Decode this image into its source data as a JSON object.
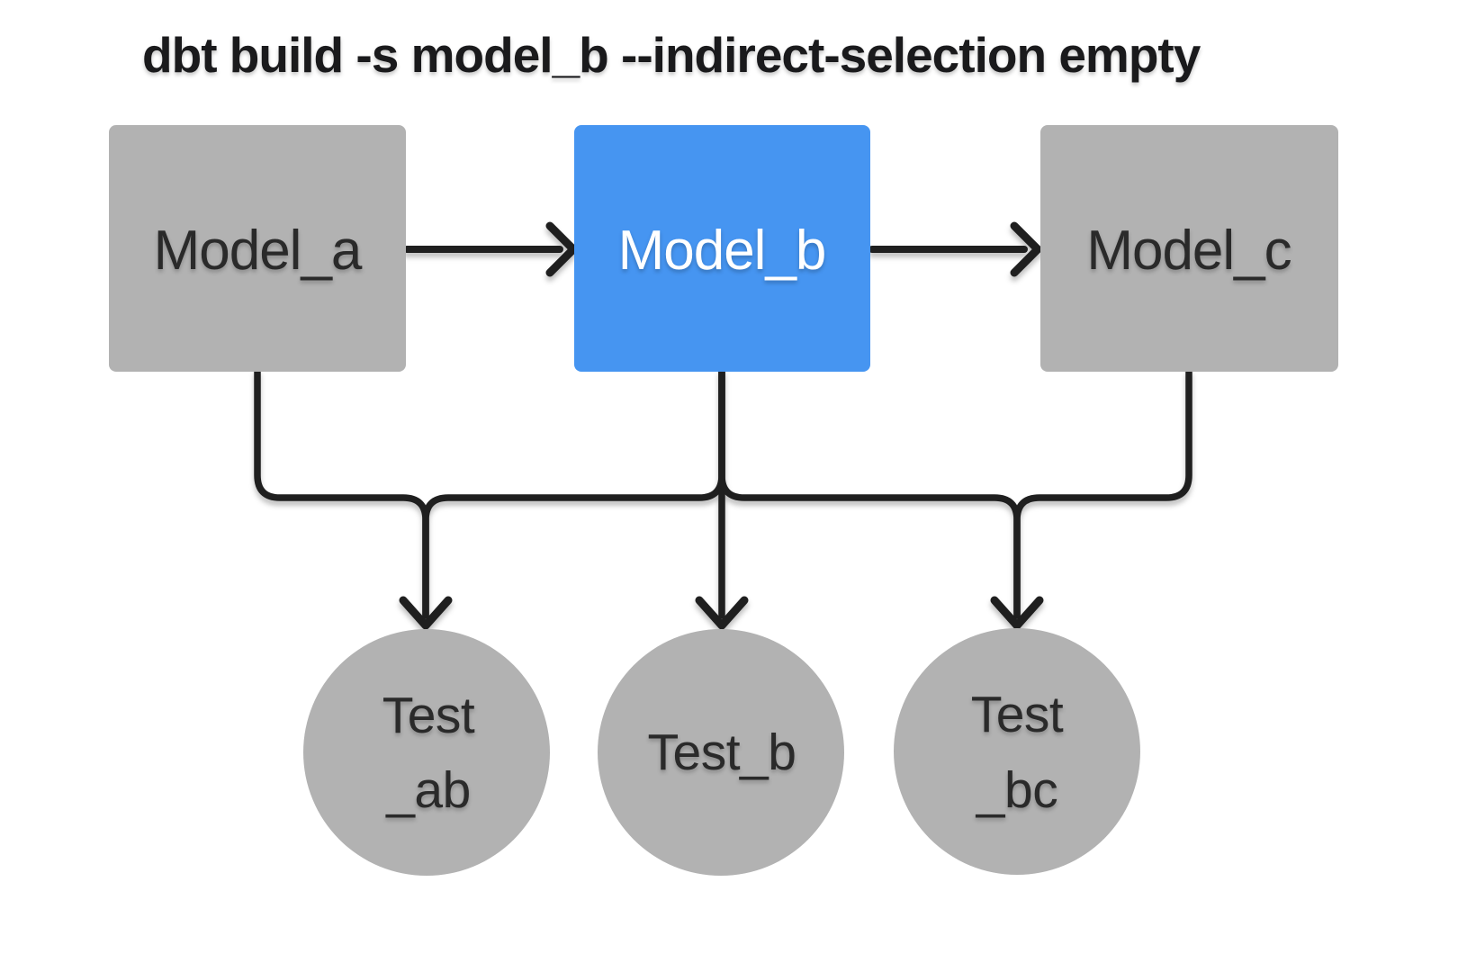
{
  "title": "dbt build -s model_b --indirect-selection empty",
  "colors": {
    "background": "#ffffff",
    "node_gray": "#b2b2b2",
    "node_selected_blue": "#4695f1",
    "edge_stroke": "#1f1f1f",
    "label_dark": "#2a2a2a",
    "label_light": "#ffffff",
    "title_color": "#1a1a1c"
  },
  "diagram": {
    "models": [
      {
        "id": "model_a",
        "label": "Model_a",
        "selected": false
      },
      {
        "id": "model_b",
        "label": "Model_b",
        "selected": true
      },
      {
        "id": "model_c",
        "label": "Model_c",
        "selected": false
      }
    ],
    "tests": [
      {
        "id": "test_ab",
        "line1": "Test",
        "line2": "_ab"
      },
      {
        "id": "test_b",
        "line1": "Test_b",
        "line2": ""
      },
      {
        "id": "test_bc",
        "line1": "Test",
        "line2": "_bc"
      }
    ],
    "edges": [
      {
        "from": "model_a",
        "to": "model_b"
      },
      {
        "from": "model_b",
        "to": "model_c"
      },
      {
        "from": "model_a",
        "to": "test_ab"
      },
      {
        "from": "model_b",
        "to": "test_ab"
      },
      {
        "from": "model_b",
        "to": "test_b"
      },
      {
        "from": "model_b",
        "to": "test_bc"
      },
      {
        "from": "model_c",
        "to": "test_bc"
      }
    ]
  }
}
